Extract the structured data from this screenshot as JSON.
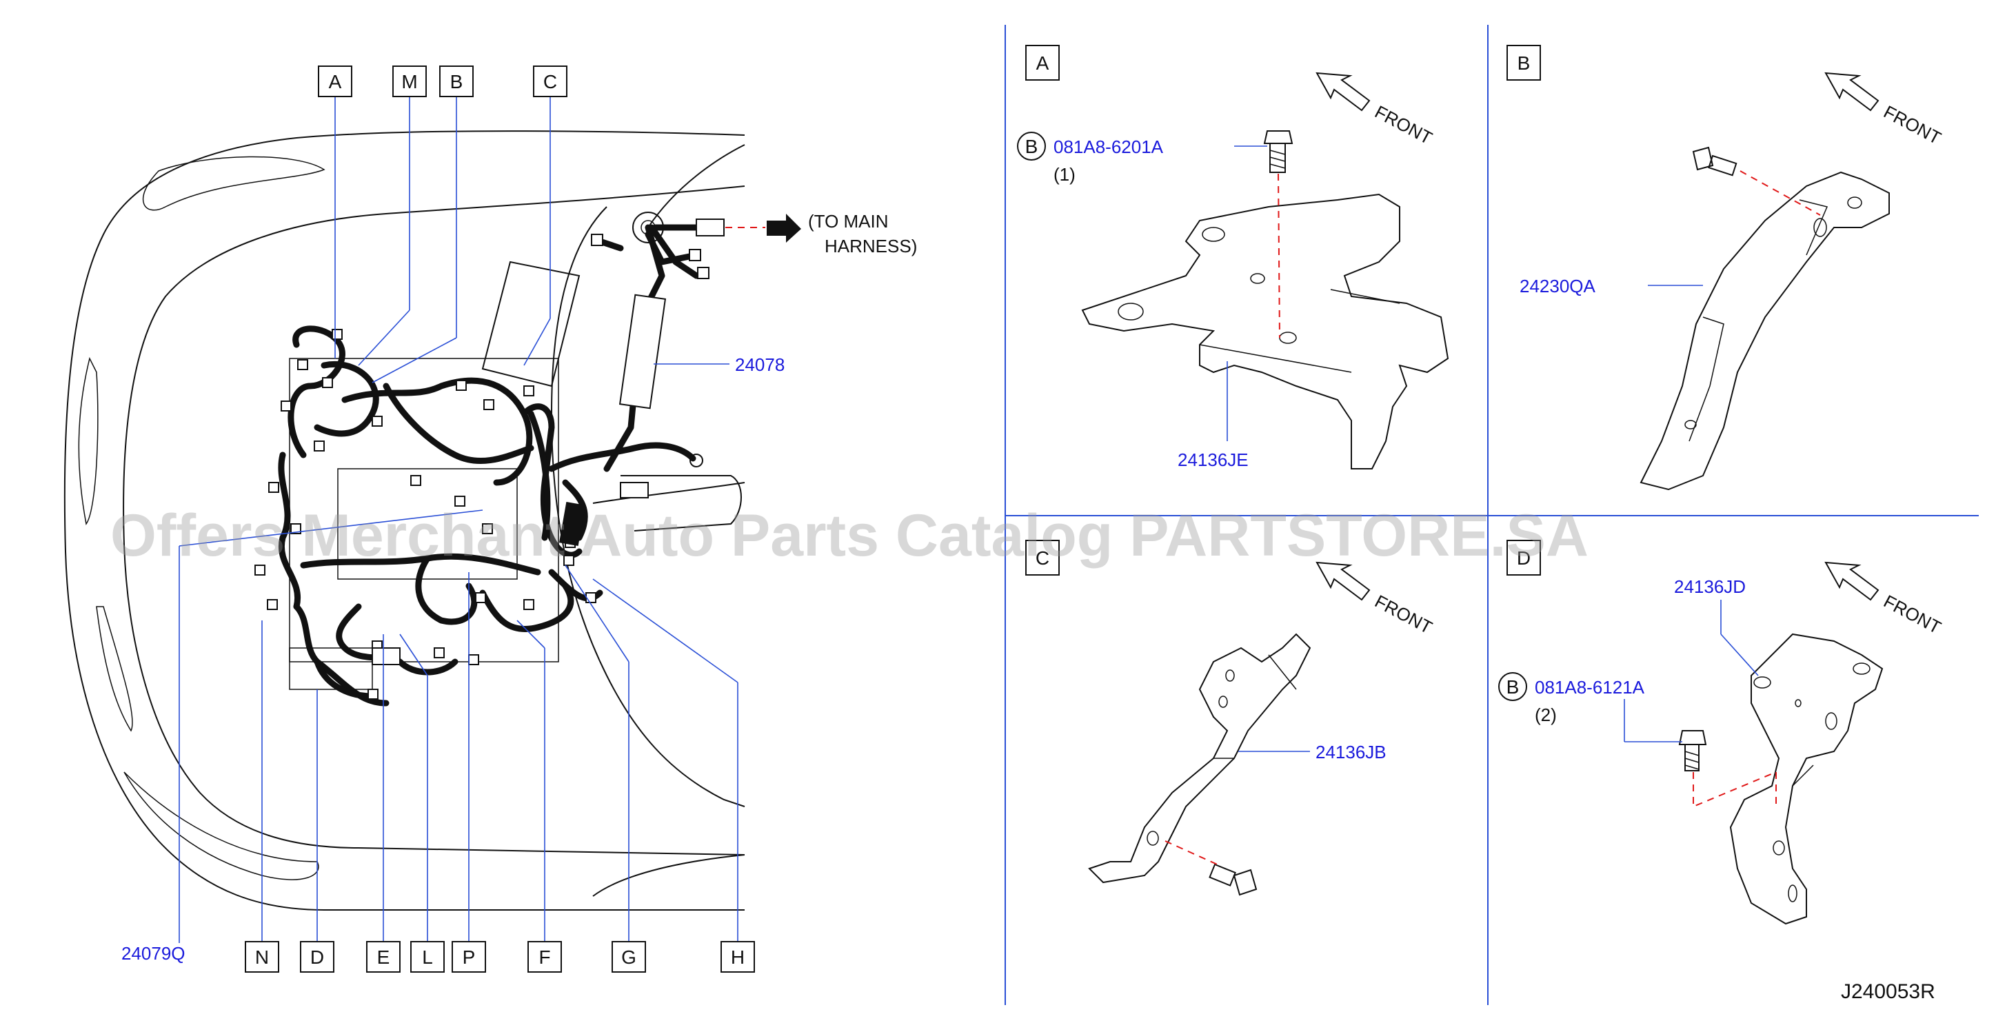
{
  "drawing_code": "J240053R",
  "watermark": "Offers Merchant Auto Parts Catalog PARTSTORE.SA",
  "main_view": {
    "to_main_harness": [
      "(TO  MAIN",
      "HARNESS)"
    ],
    "harness_part_numbers": [
      "24078",
      "24079Q"
    ],
    "callouts_top": [
      "A",
      "M",
      "B",
      "C"
    ],
    "callouts_bottom": [
      "N",
      "D",
      "E",
      "L",
      "P",
      "F",
      "G",
      "H"
    ]
  },
  "details": [
    {
      "label": "A",
      "front": "FRONT",
      "parts": [
        "24136JE"
      ],
      "bolt_ref": "B",
      "bolt_part": "081A8-6201A",
      "bolt_qty": "(1)"
    },
    {
      "label": "B",
      "front": "FRONT",
      "parts": [
        "24230QA"
      ]
    },
    {
      "label": "C",
      "front": "FRONT",
      "parts": [
        "24136JB"
      ]
    },
    {
      "label": "D",
      "front": "FRONT",
      "parts": [
        "24136JD"
      ],
      "bolt_ref": "B",
      "bolt_part": "081A8-6121A",
      "bolt_qty": "(2)"
    }
  ]
}
